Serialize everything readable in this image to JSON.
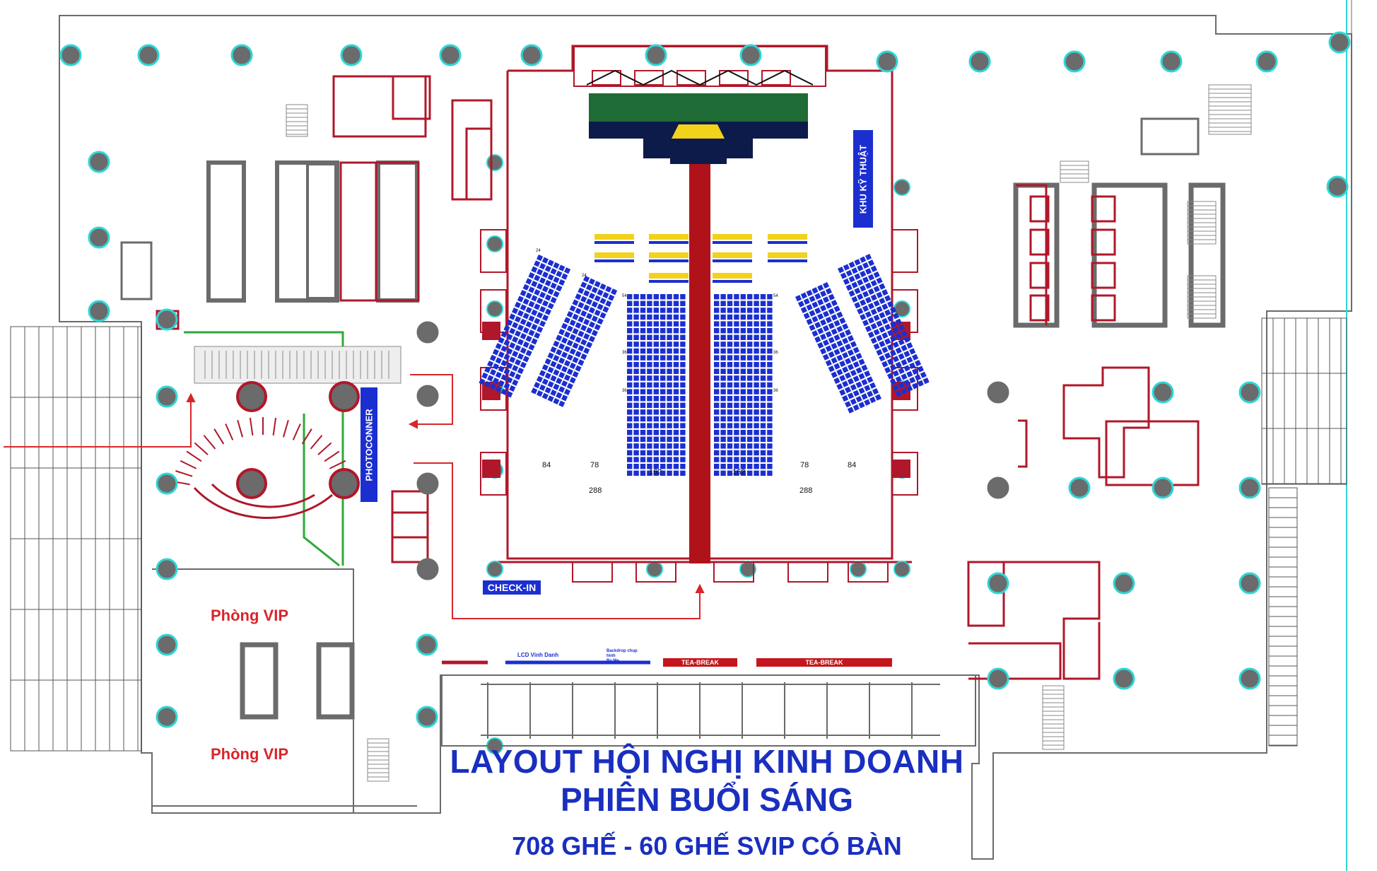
{
  "title": {
    "line1": "LAYOUT HỘI NGHỊ KINH DOANH",
    "line2": "PHIÊN BUỔI SÁNG",
    "line3": "708 GHẾ - 60 GHẾ SVIP CÓ BÀN"
  },
  "rooms": {
    "vip1": "Phòng VIP",
    "vip2": "Phòng VIP"
  },
  "labels": {
    "photocorner": "PHOTOCONNER",
    "tech_zone": "KHU KỸ THUẬT",
    "checkin": "CHECK-IN",
    "lcd": "LCD Vinh Danh",
    "backdrop": "Backdrop chụp hình\nBy Me.",
    "tea_break_1": "TEA-BREAK",
    "tea_break_2": "TEA-BREAK"
  },
  "seat_counts": {
    "left_outer": "84",
    "left_inner": "78",
    "center_left": "162",
    "center_right": "162",
    "right_inner": "78",
    "right_outer": "84",
    "left_total": "288",
    "right_total": "288"
  },
  "row_marks": {
    "r24": "24",
    "r54": "54",
    "r36": "36"
  },
  "colors": {
    "wall": "#b0172a",
    "column": "#6b6b6b",
    "column_ring_cyan": "#2fd6d6",
    "seat_blue": "#1b2fd0",
    "seat_yellow": "#f2d21b",
    "runway": "#b0121a",
    "title_blue": "#1a2fbf",
    "vip_red": "#d8262b",
    "green_path": "#2fa83a"
  }
}
